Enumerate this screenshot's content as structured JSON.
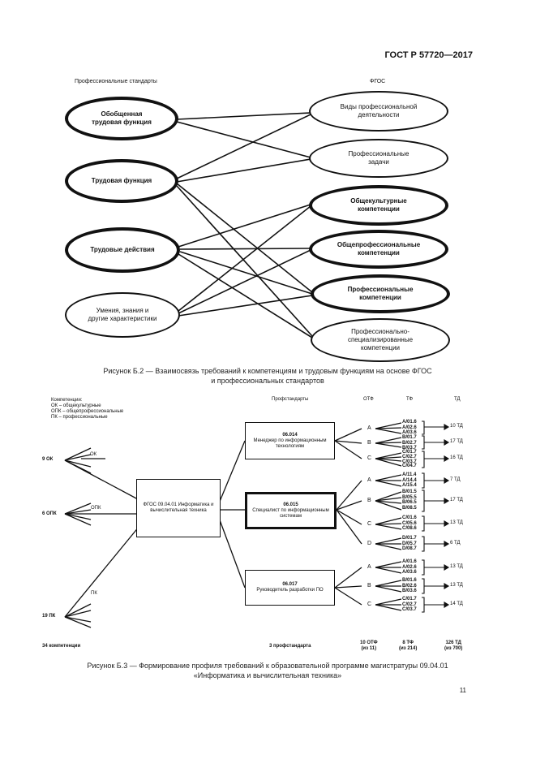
{
  "header": {
    "standard": "ГОСТ Р 57720—2017"
  },
  "page_number": "11",
  "fig2": {
    "left_title": "Профессиональные стандарты",
    "right_title": "ФГОС",
    "left": [
      "Обобщенная трудовая функция",
      "Трудовая функция",
      "Трудовые действия",
      "Умения, знания и другие характеристики"
    ],
    "right": [
      "Виды профессиональной деятельности",
      "Профессиональные задачи",
      "Общекультурные компетенции",
      "Общепрофессиональные компетенции",
      "Профессиональные компетенции",
      "Профессионально-специализированные компетенции"
    ],
    "caption_line1": "Рисунок Б.2 — Взаимосвязь требований к компетенциям и трудовым функциям на основе ФГОС",
    "caption_line2": "и профессиональных стандартов"
  },
  "fig3": {
    "legend": {
      "title": "Компетенции:",
      "ok": "ОК – общекультурные",
      "opk": "ОПК – общепрофессиональные",
      "pk": "ПК – профессиональные"
    },
    "col_headers": {
      "ps": "Профстандарты",
      "otf": "ОТФ",
      "tf": "ТФ",
      "td": "ТД"
    },
    "left_groups": [
      {
        "count": "9 ОК",
        "tag": "ОК"
      },
      {
        "count": "6 ОПК",
        "tag": "ОПК"
      },
      {
        "count": "19 ПК",
        "tag": "ПК"
      }
    ],
    "center_box": "ФГОС 09.04.01 Информатика и вычислительная техника",
    "standards": [
      {
        "code": "06.014",
        "name": "Менеджер по информационным технологиям",
        "otf": [
          {
            "letter": "A",
            "tf": [
              "A/01.6",
              "A/02.6",
              "A/03.6"
            ],
            "td": "10 ТД"
          },
          {
            "letter": "B",
            "tf": [
              "B/01.7",
              "B/02.7",
              "B/03.7"
            ],
            "td": "17 ТД"
          },
          {
            "letter": "C",
            "tf": [
              "C/01.7",
              "C/02.7",
              "C/03.7",
              "C/04.7"
            ],
            "td": "16 ТД"
          }
        ]
      },
      {
        "code": "06.015",
        "name": "Специалист по информационным системам",
        "otf": [
          {
            "letter": "A",
            "tf": [
              "A/11.4",
              "A/14.4",
              "A/15.4"
            ],
            "td": "7 ТД"
          },
          {
            "letter": "B",
            "tf": [
              "B/01.5",
              "B/05.5",
              "B/06.5",
              "B/08.5"
            ],
            "td": "17 ТД"
          },
          {
            "letter": "C",
            "tf": [
              "C/01.6",
              "C/05.6",
              "C/08.6"
            ],
            "td": "13 ТД"
          },
          {
            "letter": "D",
            "tf": [
              "D/01.7",
              "D/05.7",
              "D/08.7"
            ],
            "td": "6 ТД"
          }
        ]
      },
      {
        "code": "06.017",
        "name": "Руководитель разработки ПО",
        "otf": [
          {
            "letter": "A",
            "tf": [
              "A/01.6",
              "A/02.6",
              "A/03.6"
            ],
            "td": "13 ТД"
          },
          {
            "letter": "B",
            "tf": [
              "B/01.6",
              "B/02.6",
              "B/03.6"
            ],
            "td": "13 ТД"
          },
          {
            "letter": "C",
            "tf": [
              "C/01.7",
              "C/02.7",
              "C/03.7"
            ],
            "td": "14 ТД"
          }
        ]
      }
    ],
    "totals": {
      "competences": "34 компетенции",
      "ps": "3 профстандарта",
      "otf": "10 ОТФ",
      "otf_of": "(из 11)",
      "tf": "8 ТФ",
      "tf_of": "(из 214)",
      "td": "126 ТД",
      "td_of": "(из 700)"
    },
    "caption_line1": "Рисунок Б.3 — Формирование профиля требований к образовательной программе магистратуры 09.04.01",
    "caption_line2": "«Информатика и вычислительная техника»"
  }
}
